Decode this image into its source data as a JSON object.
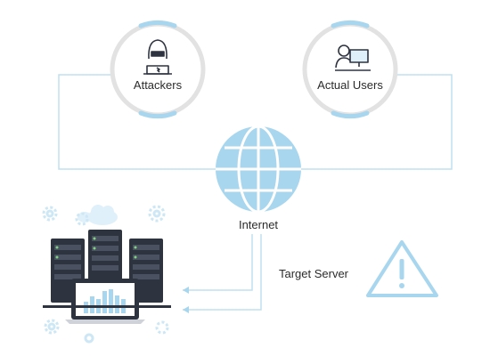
{
  "diagram": {
    "nodes": {
      "attackers": {
        "label": "Attackers",
        "icon": "hacker-icon"
      },
      "users": {
        "label": "Actual Users",
        "icon": "user-at-computer-icon"
      },
      "internet": {
        "label": "Internet",
        "icon": "globe-icon"
      },
      "server": {
        "label": "Target Server",
        "icon": "server-rack-icon"
      },
      "warning": {
        "icon": "warning-triangle-icon"
      }
    },
    "colors": {
      "accent": "#a8d6ee",
      "line": "#bfe0f0",
      "ring": "#e2e2e2",
      "dark": "#2e3340",
      "screen": "#dff0fa"
    }
  }
}
